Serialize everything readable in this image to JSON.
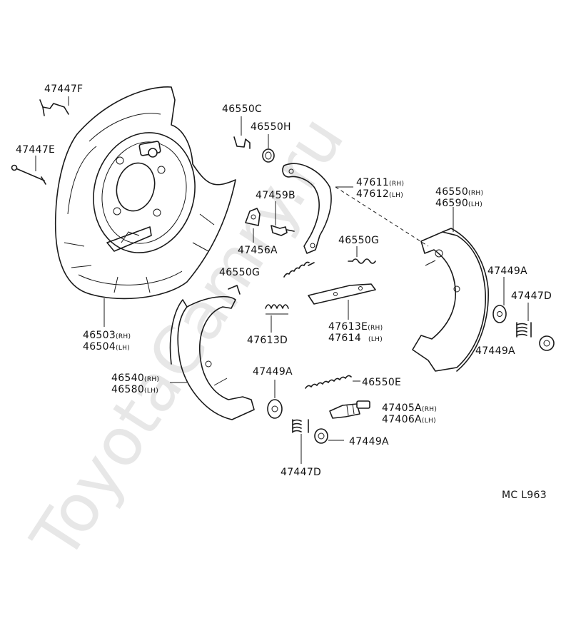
{
  "watermark": "ToyotaCamry.ru",
  "diagram_code": "MC L963",
  "labels": {
    "p47447F": "47447F",
    "p47447E": "47447E",
    "p46503": "46503",
    "p46504": "46504",
    "p46550C": "46550C",
    "p46550H": "46550H",
    "p47459B": "47459B",
    "p47456A": "47456A",
    "p47611": "47611",
    "p47612": "47612",
    "p46550_rh": "46550",
    "p46590": "46590",
    "p46550G_top": "46550G",
    "p46550G_left": "46550G",
    "p47613E": "47613E",
    "p47614": "47614",
    "p47613D": "47613D",
    "p47449A_right": "47449A",
    "p47447D_right": "47447D",
    "p47449A_right_low": "47449A",
    "p46540": "46540",
    "p46580": "46580",
    "p47449A_mid": "47449A",
    "p46550E": "46550E",
    "p47405A": "47405A",
    "p47406A": "47406A",
    "p47449A_bottom": "47449A",
    "p47447D_bottom": "47447D"
  },
  "suffix": {
    "rh": "(RH)",
    "lh": "(LH)"
  }
}
